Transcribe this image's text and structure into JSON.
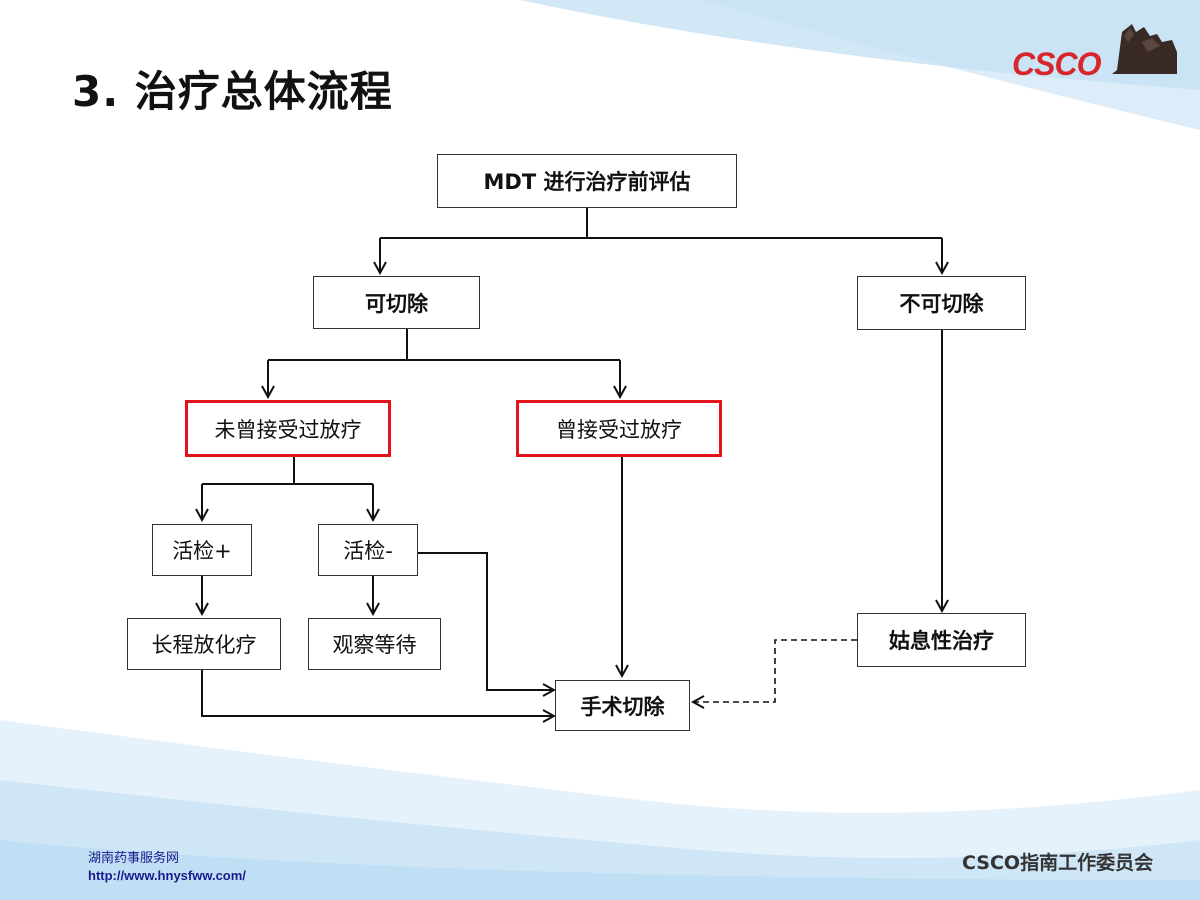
{
  "slide": {
    "title": "3. 治疗总体流程",
    "logo_text": "CSCO",
    "footer_site_name": "湖南药事服务网",
    "footer_url": "http://www.hnysfww.com/",
    "footer_committee": "CSCO指南工作委员会"
  },
  "flowchart": {
    "nodes": {
      "mdt": "MDT 进行治疗前评估",
      "resectable": "可切除",
      "unresectable": "不可切除",
      "no_prior_rt": "未曾接受过放疗",
      "prior_rt": "曾接受过放疗",
      "biopsy_pos": "活检+",
      "biopsy_neg": "活检-",
      "long_course": "长程放化疗",
      "watch_wait": "观察等待",
      "palliative": "姑息性治疗",
      "surgery": "手术切除"
    },
    "edges": [
      {
        "from": "mdt",
        "to": "resectable",
        "style": "solid"
      },
      {
        "from": "mdt",
        "to": "unresectable",
        "style": "solid"
      },
      {
        "from": "resectable",
        "to": "no_prior_rt",
        "style": "solid"
      },
      {
        "from": "resectable",
        "to": "prior_rt",
        "style": "solid"
      },
      {
        "from": "no_prior_rt",
        "to": "biopsy_pos",
        "style": "solid"
      },
      {
        "from": "no_prior_rt",
        "to": "biopsy_neg",
        "style": "solid"
      },
      {
        "from": "biopsy_pos",
        "to": "long_course",
        "style": "solid"
      },
      {
        "from": "biopsy_neg",
        "to": "watch_wait",
        "style": "solid"
      },
      {
        "from": "biopsy_neg",
        "to": "surgery",
        "style": "solid"
      },
      {
        "from": "long_course",
        "to": "surgery",
        "style": "solid"
      },
      {
        "from": "prior_rt",
        "to": "surgery",
        "style": "solid"
      },
      {
        "from": "unresectable",
        "to": "palliative",
        "style": "solid"
      },
      {
        "from": "palliative",
        "to": "surgery",
        "style": "dashed"
      }
    ],
    "highlight_color": "#e3131b"
  },
  "colors": {
    "logo_red": "#d8262b",
    "background_wave": "#cfe6f7"
  }
}
